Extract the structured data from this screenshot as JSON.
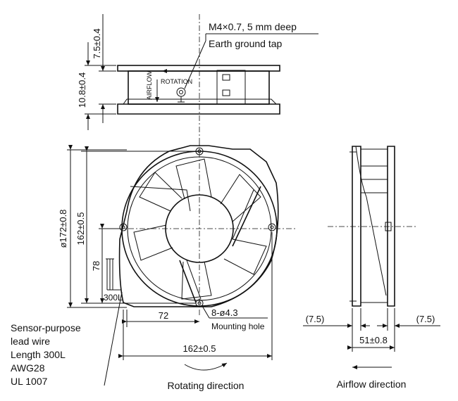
{
  "top_view": {
    "tap_spec": "M4×0.7, 5 mm deep",
    "tap_name": "Earth ground tap",
    "dim_height": "10.8±0.4",
    "dim_flange": "7.5±0.4",
    "airflow_text": "AIRFLOW",
    "rotation_text": "ROTATION"
  },
  "front_view": {
    "dim_diameter": "ø172±0.8",
    "dim_hole_pitch_v": "162±0.5",
    "dim_78": "78",
    "dim_300l": "300L",
    "dim_72": "72",
    "hole_spec": "8-ø4.3",
    "hole_name": "Mounting hole",
    "dim_hole_pitch_h": "162±0.5"
  },
  "lead_wire_note": [
    "Sensor-purpose",
    "lead wire",
    "Length 300L",
    "AWG28",
    "UL 1007"
  ],
  "side_view": {
    "dim_left": "(7.5)",
    "dim_right": "(7.5)",
    "dim_depth": "51±0.8"
  },
  "captions": {
    "rotating": "Rotating direction",
    "airflow": "Airflow direction"
  }
}
